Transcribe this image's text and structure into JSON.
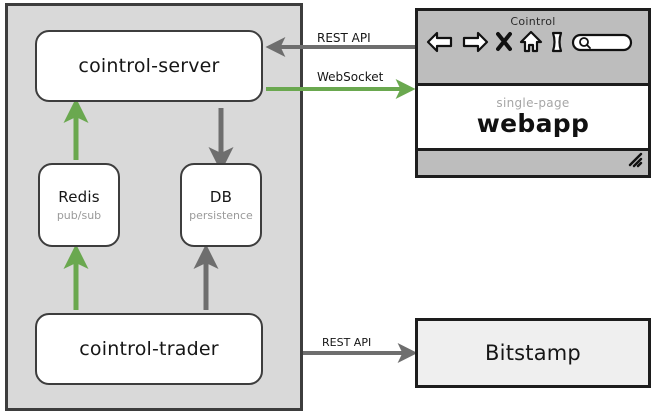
{
  "diagram": {
    "title": "Cointrol architecture diagram",
    "colors": {
      "backend_fill": "#d9d9d9",
      "backend_border": "#3d3d3d",
      "node_fill": "#ffffff",
      "node_border": "#3d3d3d",
      "arrow_gray": "#6e6e6e",
      "arrow_green": "#6aa84f",
      "external_fill": "#efefef",
      "external_border": "#1d1d1d",
      "browser_chrome": "#bdbdbd",
      "muted_text": "#9a9a9a"
    }
  },
  "backend": {
    "nodes": [
      {
        "id": "cointrol-server",
        "label": "cointrol-server",
        "sublabel": ""
      },
      {
        "id": "redis",
        "label": "Redis",
        "sublabel": "pub/sub"
      },
      {
        "id": "db",
        "label": "DB",
        "sublabel": "persistence"
      },
      {
        "id": "cointrol-trader",
        "label": "cointrol-trader",
        "sublabel": ""
      }
    ]
  },
  "external": {
    "bitstamp": {
      "label": "Bitstamp"
    }
  },
  "browser": {
    "title": "Cointrol",
    "toolbar_icons": [
      "back-arrow-icon",
      "forward-arrow-icon",
      "stop-x-icon",
      "home-icon",
      "page-icon",
      "search-box-icon"
    ],
    "viewport": {
      "sublabel": "single-page",
      "label": "webapp"
    },
    "statusbar": {
      "resize_grip": "resize-grip-icon"
    }
  },
  "edges": [
    {
      "id": "rest-api-webapp",
      "label": "REST API",
      "color": "#6e6e6e",
      "direction": "left",
      "from": "webapp",
      "to": "cointrol-server"
    },
    {
      "id": "websocket",
      "label": "WebSocket",
      "color": "#6aa84f",
      "direction": "right",
      "from": "cointrol-server",
      "to": "webapp"
    },
    {
      "id": "redis-to-server",
      "label": "",
      "color": "#6aa84f",
      "direction": "up",
      "from": "redis",
      "to": "cointrol-server"
    },
    {
      "id": "server-to-db",
      "label": "",
      "color": "#6e6e6e",
      "direction": "down",
      "from": "cointrol-server",
      "to": "db"
    },
    {
      "id": "trader-to-redis",
      "label": "",
      "color": "#6aa84f",
      "direction": "up",
      "from": "cointrol-trader",
      "to": "redis"
    },
    {
      "id": "trader-to-db",
      "label": "",
      "color": "#6e6e6e",
      "direction": "up",
      "from": "cointrol-trader",
      "to": "db"
    },
    {
      "id": "rest-api-bitstamp",
      "label": "REST API",
      "color": "#6e6e6e",
      "direction": "right",
      "from": "cointrol-trader",
      "to": "bitstamp"
    }
  ]
}
